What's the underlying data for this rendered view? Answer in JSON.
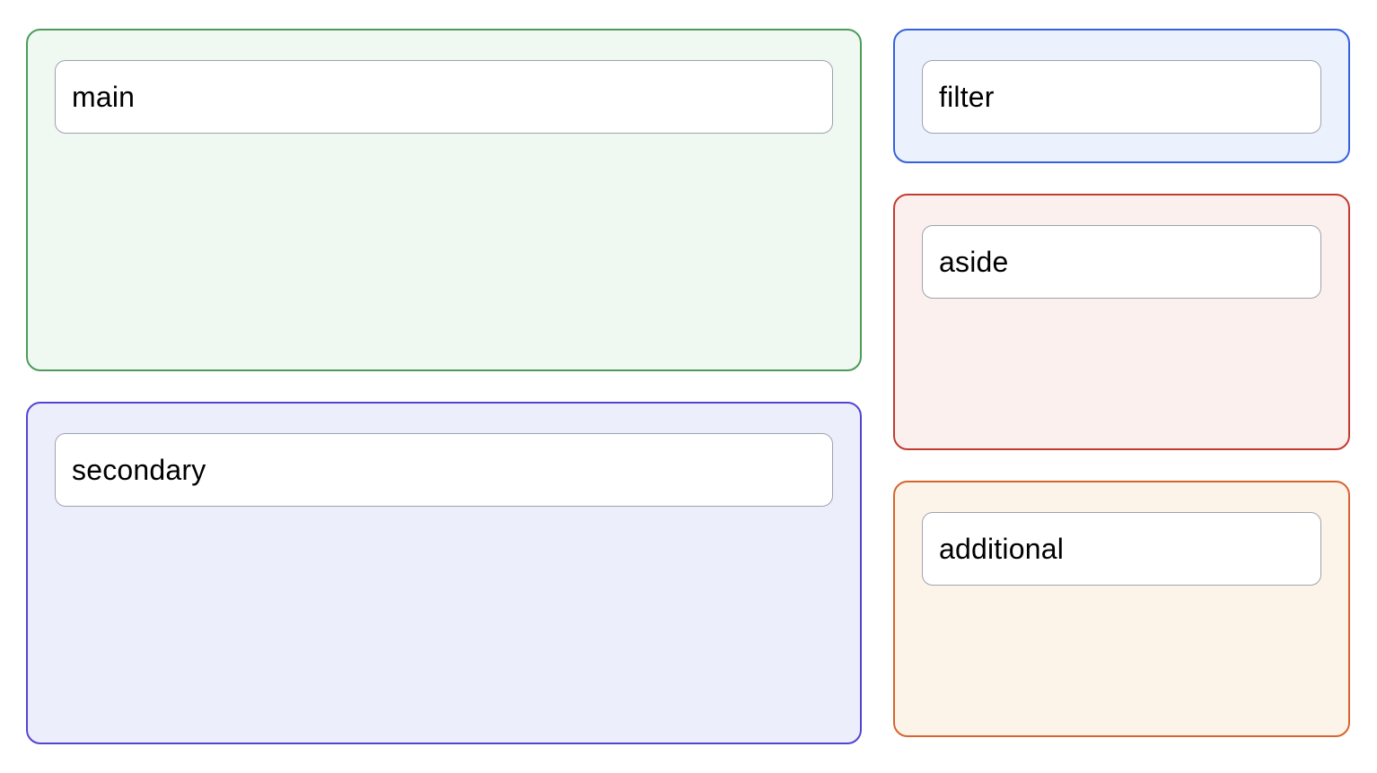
{
  "page": {
    "background_color": "#ffffff",
    "description": "layout-areas-demo"
  },
  "panels": {
    "main": {
      "label": "main",
      "border_color": "#4c9b59",
      "bg_color": "#eff8f1"
    },
    "secondary": {
      "label": "secondary",
      "border_color": "#5144d3",
      "bg_color": "#edeefc"
    },
    "filter": {
      "label": "filter",
      "border_color": "#3561e1",
      "bg_color": "#ebf2fd"
    },
    "aside": {
      "label": "aside",
      "border_color": "#c23b31",
      "bg_color": "#fbf0ee"
    },
    "additional": {
      "label": "additional",
      "border_color": "#d5652d",
      "bg_color": "#fdf4e9"
    }
  },
  "label_box": {
    "border_color": "#9ca3af",
    "bg_color": "#ffffff",
    "text_color": "#000000"
  }
}
